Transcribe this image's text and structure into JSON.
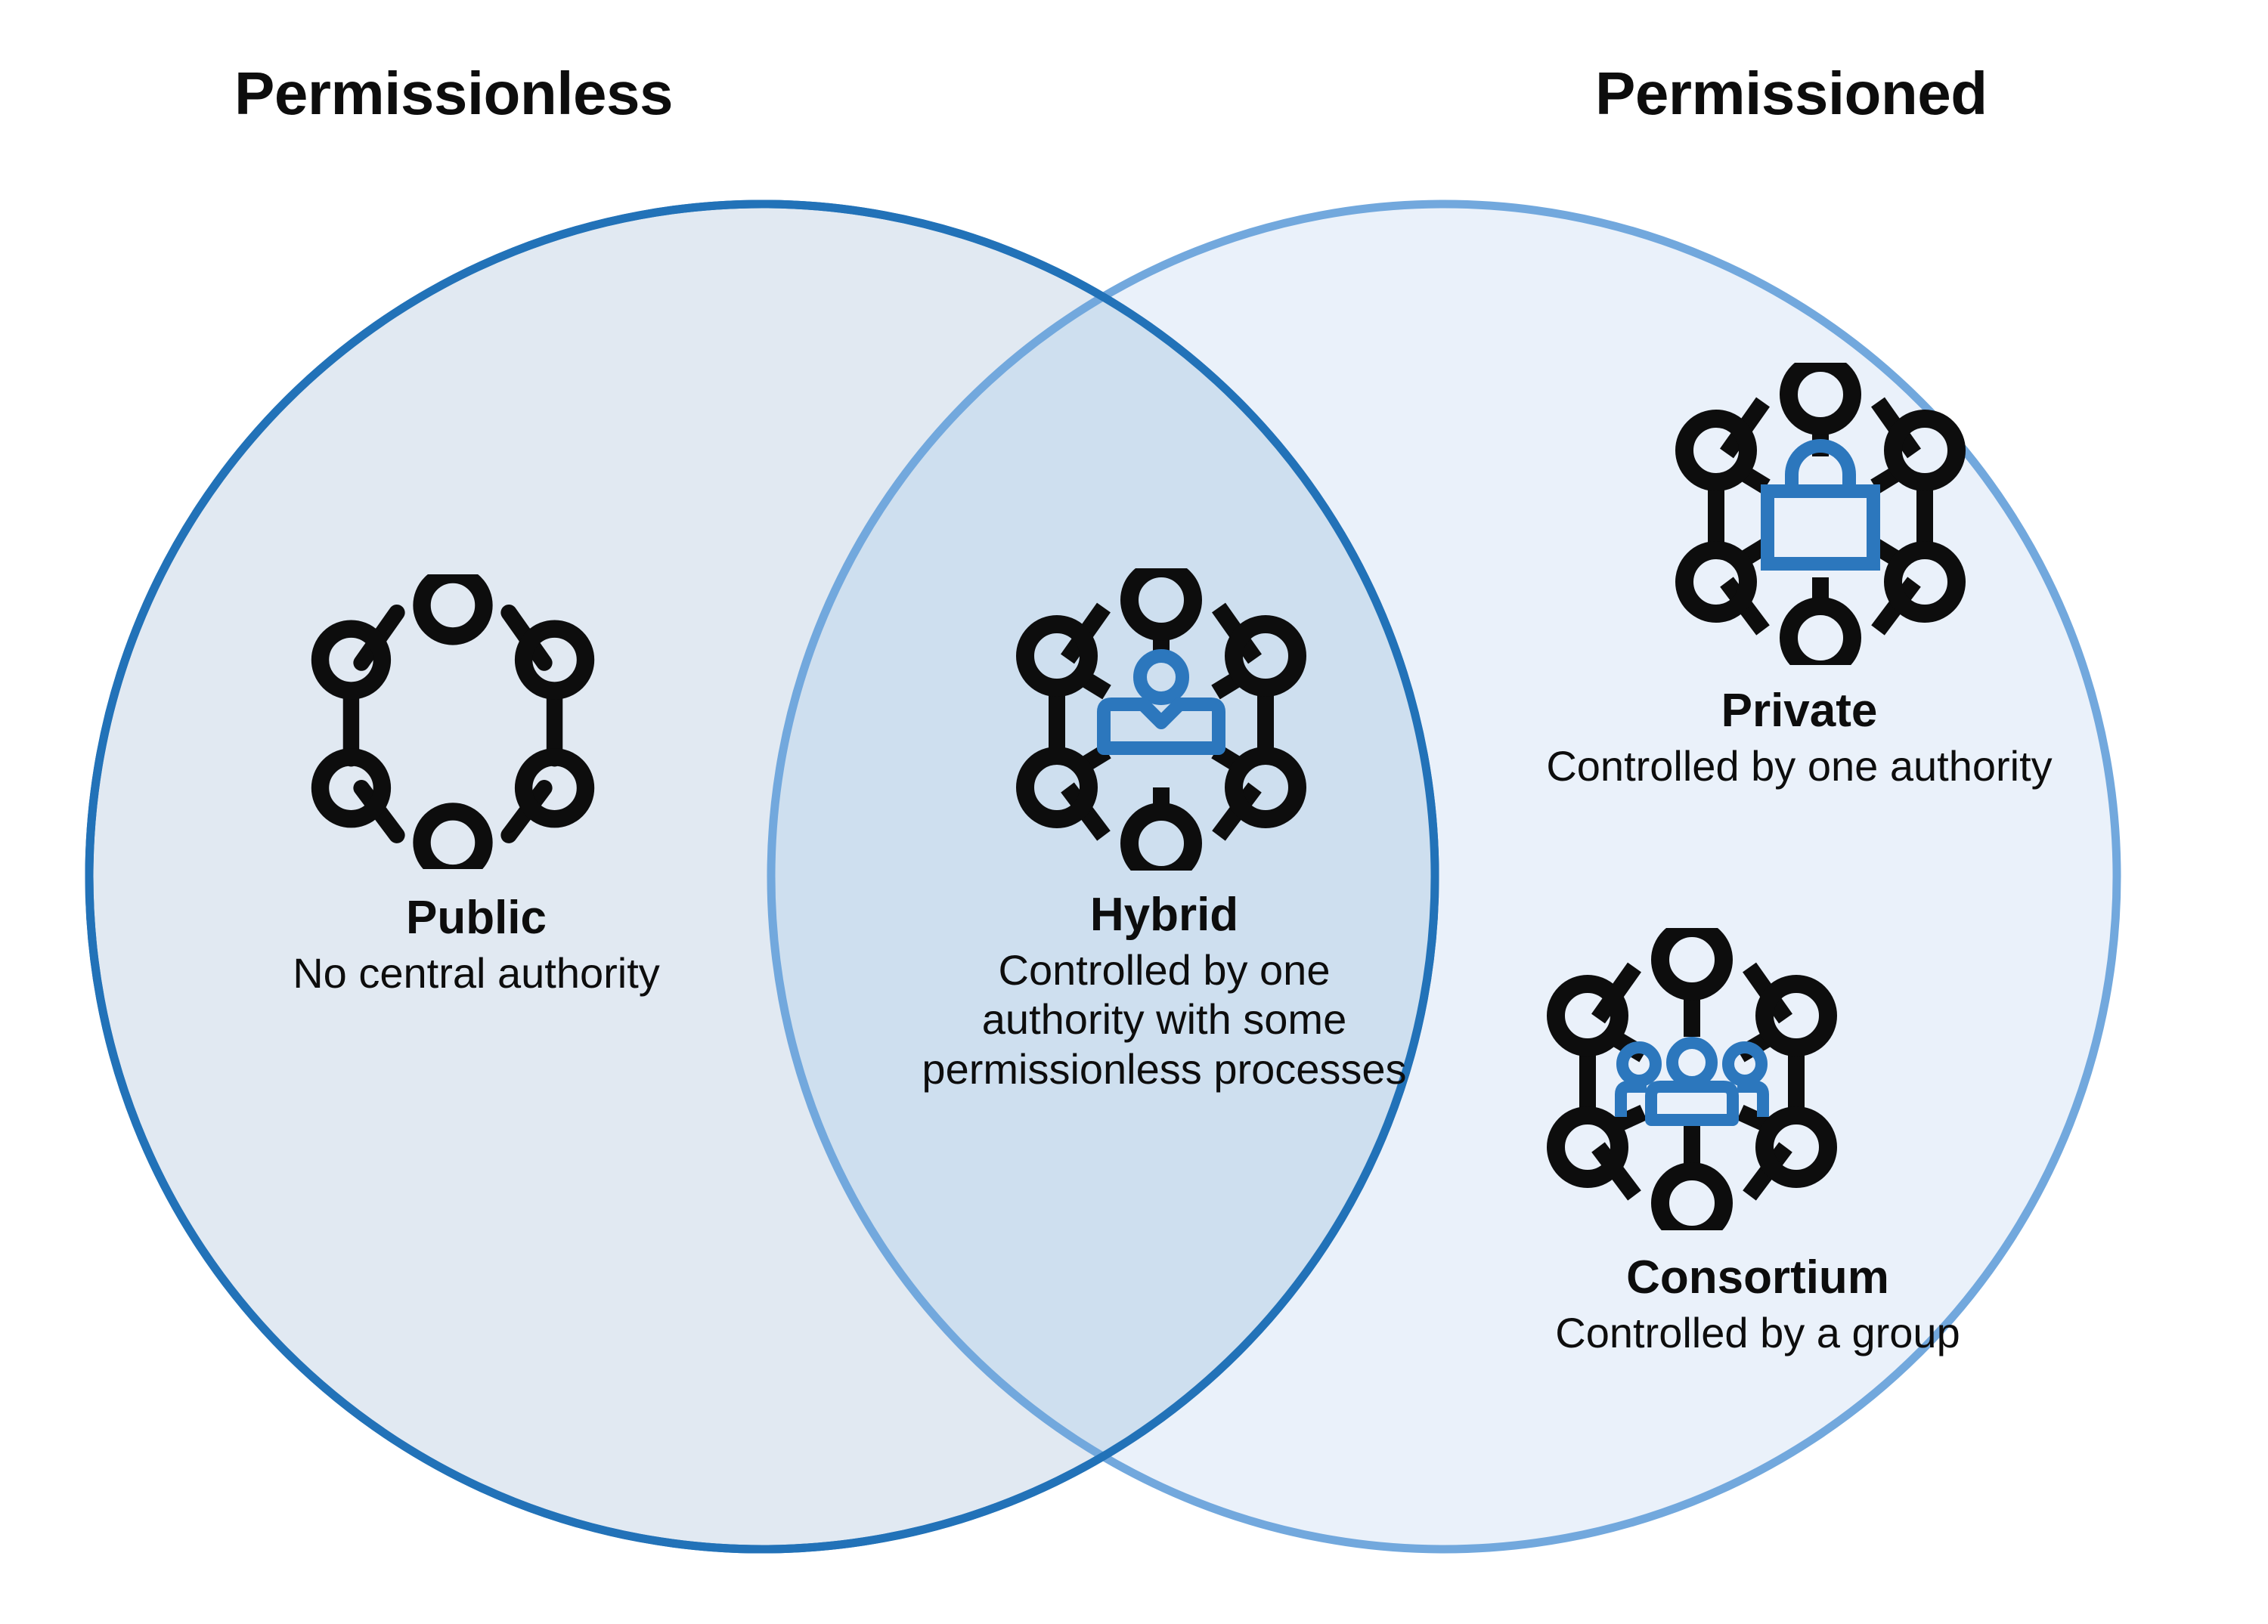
{
  "diagram": {
    "type": "venn",
    "headings": {
      "left": "Permissionless",
      "right": "Permissioned"
    },
    "colors": {
      "left_circle_stroke": "#2272b8",
      "left_circle_fill": "#e0e8f2",
      "right_circle_stroke": "#72a8dd",
      "right_circle_fill": "#eaf1fa",
      "overlap_fill": "#cedfef",
      "icon_outline": "#0d0d0d",
      "icon_accent": "#2c77bd",
      "text": "#0d0d0d",
      "background": "#ffffff"
    },
    "sections": [
      {
        "id": "public",
        "title": "Public",
        "description": "No central authority",
        "region": "left-only",
        "icon": "hexagon-network-icon"
      },
      {
        "id": "hybrid",
        "title": "Hybrid",
        "description": "Controlled by one authority with some permissionless processes",
        "region": "overlap",
        "icon": "hexagon-network-person-icon"
      },
      {
        "id": "private",
        "title": "Private",
        "description": "Controlled by one authority",
        "region": "right-only",
        "icon": "hexagon-network-lock-icon"
      },
      {
        "id": "consortium",
        "title": "Consortium",
        "description": "Controlled by a group",
        "region": "right-only",
        "icon": "hexagon-network-group-icon"
      }
    ]
  }
}
